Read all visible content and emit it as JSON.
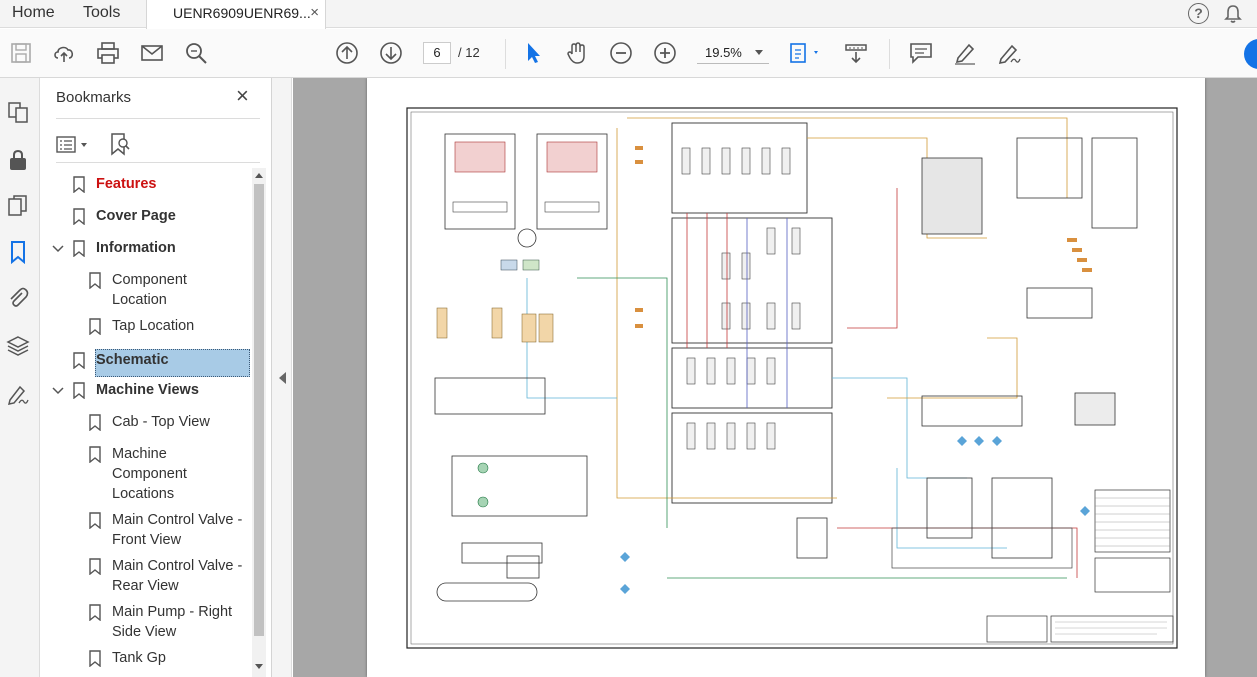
{
  "menubar": {
    "home_label": "Home",
    "tools_label": "Tools",
    "doc_tab_label": "UENR6909UENR69...",
    "close_glyph": "×",
    "help_glyph": "?"
  },
  "toolbar": {
    "current_page": "6",
    "page_total": "/ 12",
    "zoom_value": "19.5%"
  },
  "bookmarks": {
    "title": "Bookmarks",
    "close_glyph": "×",
    "items": [
      {
        "label": "Features"
      },
      {
        "label": "Cover Page"
      },
      {
        "label": "Information"
      },
      {
        "label": "Component Location"
      },
      {
        "label": "Tap Location"
      },
      {
        "label": "Schematic"
      },
      {
        "label": "Machine Views"
      },
      {
        "label": "Cab - Top View"
      },
      {
        "label": "Machine Component Locations"
      },
      {
        "label": "Main Control Valve - Front View"
      },
      {
        "label": "Main Control Valve - Rear View"
      },
      {
        "label": "Main Pump - Right Side View"
      },
      {
        "label": "Tank Gp"
      }
    ]
  },
  "colors": {
    "accent": "#1473e6",
    "selection": "#a8cbe6",
    "features_red": "#cc1111",
    "viewport_gray": "#a7a7a7"
  },
  "icons": {
    "toolbar": [
      "save-icon",
      "upload-icon",
      "print-icon",
      "mail-icon",
      "zoom-search-icon",
      "page-up-icon",
      "page-down-icon",
      "select-arrow-icon",
      "hand-icon",
      "zoom-out-icon",
      "zoom-in-icon",
      "fit-page-icon",
      "scroll-mode-icon",
      "comment-icon",
      "highlight-pen-icon",
      "sign-icon"
    ],
    "leftrail": [
      "page-thumbnails-icon",
      "lock-icon",
      "copy-pages-icon",
      "bookmark-icon",
      "attachment-icon",
      "layers-icon",
      "signature-icon"
    ]
  }
}
